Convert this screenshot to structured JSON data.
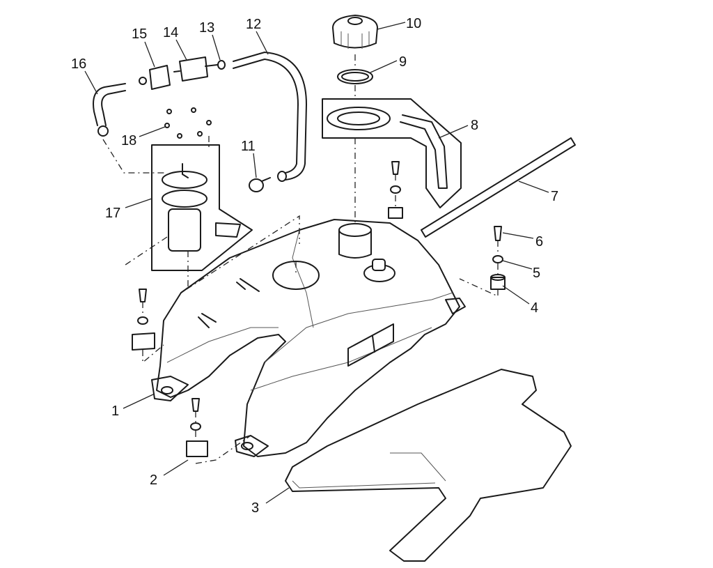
{
  "diagram": {
    "type": "exploded parts diagram",
    "callouts": {
      "c1": "1",
      "c2": "2",
      "c3": "3",
      "c4": "4",
      "c5": "5",
      "c6": "6",
      "c7": "7",
      "c8": "8",
      "c9": "9",
      "c10": "10",
      "c11": "11",
      "c12": "12",
      "c13": "13",
      "c14": "14",
      "c15": "15",
      "c16": "16",
      "c17": "17",
      "c18": "18"
    }
  }
}
